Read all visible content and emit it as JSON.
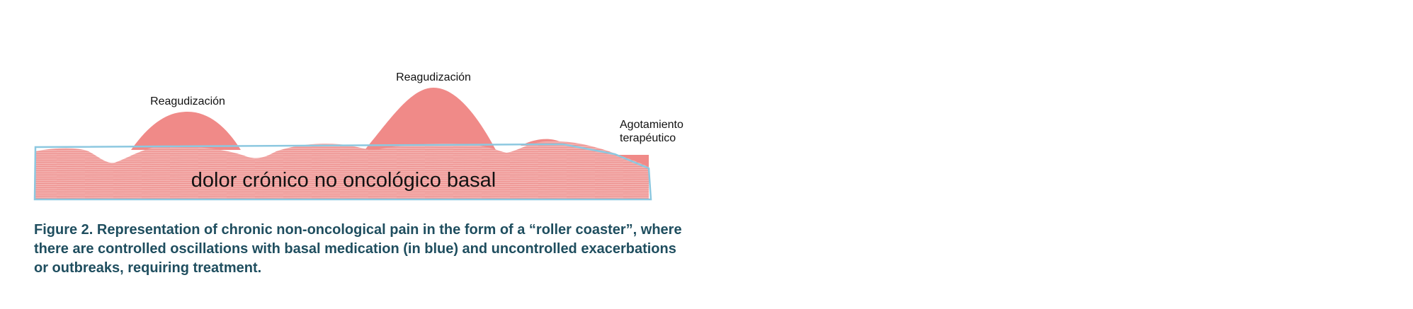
{
  "diagram": {
    "labels": {
      "flare_left": "Reagudización",
      "flare_center": "Reagudización",
      "exhaustion_line1": "Agotamiento",
      "exhaustion_line2": "terapéutico",
      "basal": "dolor crónico no oncológico basal"
    },
    "colors": {
      "pain": "#f08a88",
      "pain_texture": "#f4a6a4",
      "medication_outline": "#8cc8e0",
      "caption": "#1f4e5f"
    }
  },
  "caption": {
    "text": "Figure 2. Representation of chronic non-oncological pain in the form of a “roller coaster”, where there are controlled oscillations with basal medication (in blue) and uncontrolled exacerbations or outbreaks, requiring treatment."
  }
}
